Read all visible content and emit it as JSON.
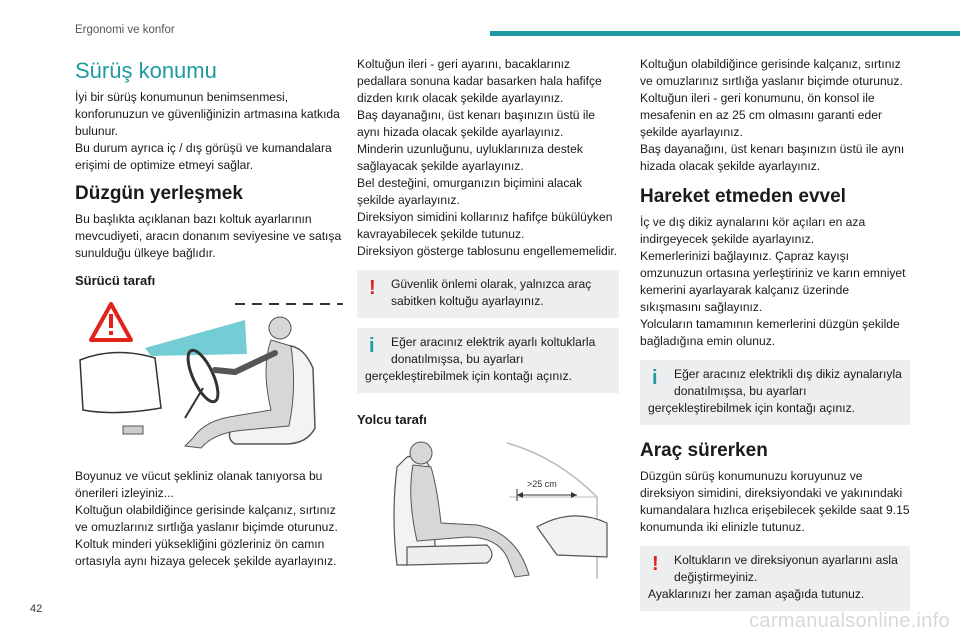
{
  "header": {
    "section": "Ergonomi ve konfor"
  },
  "page_number": "42",
  "watermark": "carmanualsonline.info",
  "col1": {
    "title": "Sürüş konumu",
    "intro": [
      "İyi bir sürüş konumunun benimsenmesi, konforunuzun ve güvenliğinizin artmasına katkıda bulunur.",
      "Bu durum ayrıca iç / dış görüşü ve kumandalara erişimi de optimize etmeyi sağlar."
    ],
    "h2": "Düzgün yerleşmek",
    "p2": "Bu başlıkta açıklanan bazı koltuk ayarlarının mevcudiyeti, aracın donanım seviyesine ve satışa sunulduğu ülkeye bağlıdır.",
    "h3": "Sürücü tarafı",
    "after_fig": [
      "Boyunuz ve vücut şekliniz olanak tanıyorsa bu önerileri izleyiniz...",
      "Koltuğun olabildiğince gerisinde kalçanız, sırtınız ve omuzlarınız sırtlığa yaslanır biçimde oturunuz.",
      "Koltuk minderi yüksekliğini gözleriniz ön camın ortasıyla aynı hizaya gelecek şekilde ayarlayınız."
    ]
  },
  "col2": {
    "paras": [
      "Koltuğun ileri - geri ayarını, bacaklarınız pedallara sonuna kadar basarken hala hafifçe dizden kırık olacak şekilde ayarlayınız.",
      "Baş dayanağını, üst kenarı başınızın üstü ile aynı hizada olacak şekilde ayarlayınız.",
      "Minderin uzunluğunu, uyluklarınıza destek sağlayacak şekilde ayarlayınız.",
      "Bel desteğini, omurganızın biçimini alacak şekilde ayarlayınız.",
      "Direksiyon simidini kollarınız hafifçe bükülüyken kavrayabilecek şekilde tutunuz.",
      "Direksiyon gösterge tablosunu engellememelidir."
    ],
    "note1": {
      "first": "Güvenlik önlemi olarak, yalnızca araç sabitken koltuğu ayarlayınız."
    },
    "note2": {
      "first": "Eğer aracınız elektrik ayarlı koltuklarla donatılmışsa, bu ayarları",
      "rest": "gerçekleştirebilmek için kontağı açınız."
    },
    "h3": "Yolcu tarafı",
    "fig_label": ">25 cm"
  },
  "col3": {
    "paras": [
      "Koltuğun olabildiğince gerisinde kalçanız, sırtınız ve omuzlarınız sırtlığa yaslanır biçimde oturunuz.",
      "Koltuğun ileri - geri konumunu, ön konsol ile mesafenin en az 25 cm olmasını garanti eder şekilde ayarlayınız.",
      "Baş dayanağını, üst kenarı başınızın üstü ile aynı hizada olacak şekilde ayarlayınız."
    ],
    "h2a": "Hareket etmeden evvel",
    "paras2": [
      "İç ve dış dikiz aynalarını kör açıları en aza indirgeyecek şekilde ayarlayınız.",
      "Kemerlerinizi bağlayınız. Çapraz kayışı omzunuzun ortasına yerleştiriniz ve karın emniyet kemerini ayarlayarak kalçanız üzerinde sıkışmasını sağlayınız.",
      "Yolcuların tamamının kemerlerini düzgün şekilde bağladığına emin olunuz."
    ],
    "note3": {
      "first": "Eğer aracınız elektrikli dış dikiz aynalarıyla donatılmışsa, bu ayarları",
      "rest": "gerçekleştirebilmek için kontağı açınız."
    },
    "h2b": "Araç sürerken",
    "p3": "Düzgün sürüş konumunuzu koruyunuz ve direksiyon simidini, direksiyondaki ve yakınındaki kumandalara hızlıca erişebilecek şekilde saat 9.15 konumunda iki elinizle tutunuz.",
    "note4": {
      "first": "Koltukların ve direksiyonun ayarlarını asla değiştirmeyiniz.",
      "rest": "Ayaklarınızı her zaman aşağıda tutunuz."
    }
  },
  "colors": {
    "accent": "#1e9aa0",
    "warning": "#e2231a",
    "note_bg": "#eceef0"
  },
  "icons": [
    "warning-exclamation-icon",
    "info-icon",
    "warning-triangle-icon"
  ]
}
